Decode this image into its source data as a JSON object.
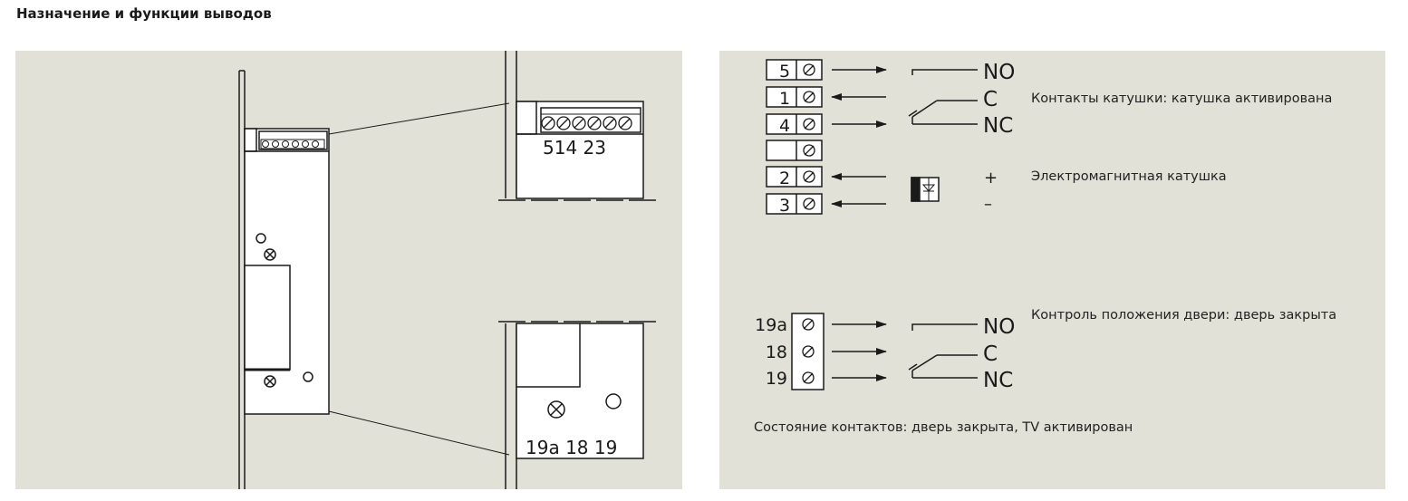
{
  "title": "Назначение и функции выводов",
  "colors": {
    "panel_bg": "#e2e1d8",
    "line": "#1a1a1a"
  },
  "left_diagram": {
    "top_terminal_numbers": "514 23",
    "bottom_terminal_numbers": "19a 18 19"
  },
  "coil_block": {
    "terminals": [
      "5",
      "1",
      "4",
      "",
      "2",
      "3"
    ],
    "contacts": [
      "NO",
      "C",
      "NC"
    ],
    "coil_signs": [
      "+",
      "–"
    ],
    "contacts_desc": "Контакты катушки: катушка активирована",
    "coil_desc": "Электромагнитная катушка"
  },
  "door_block": {
    "terminals": [
      "19a",
      "18",
      "19"
    ],
    "contacts": [
      "NO",
      "C",
      "NC"
    ],
    "desc": "Контроль положения двери: дверь закрыта"
  },
  "state_note": "Состояние контактов: дверь закрыта, TV активирован"
}
